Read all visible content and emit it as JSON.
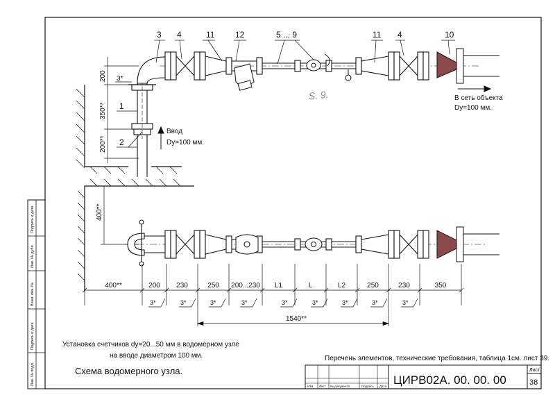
{
  "callouts": {
    "c3": "3",
    "c4a": "4",
    "c11a": "11",
    "c12": "12",
    "c59": "5 ... 9",
    "c11b": "11",
    "c4b": "4",
    "c10": "10",
    "c1": "1",
    "c2": "2"
  },
  "top_dims": {
    "d200a": "200",
    "d3star": "3*",
    "d350": "350**",
    "d200b": "200**"
  },
  "labels": {
    "vvod_1": "Ввод",
    "vvod_2": "Dy=100 мм.",
    "out_1": "В сеть объекта",
    "out_2": "Dy=100 мм.",
    "handwriting": "S. 9."
  },
  "bottom_dims": {
    "v400": "400**",
    "seg": [
      "400**",
      "200",
      "230",
      "250",
      "200...230",
      "L1",
      "L",
      "L2",
      "250",
      "230",
      "350"
    ],
    "gaps": [
      "3*",
      "3*",
      "3*",
      "3*",
      "3*",
      "3*",
      "3*",
      "3*",
      "3*"
    ],
    "total": "1540**"
  },
  "notes": {
    "install_1": "Установка счетчиков dy=20...50 мм в водомерном узле",
    "install_2": "на вводе диаметром 100 мм.",
    "title": "Схема водомерного узла.",
    "list": "Перечень элементов, технические требования, таблица 1см. лист 39."
  },
  "stamp": {
    "cols": [
      "Изм",
      "Лист",
      "№ документа",
      "Подпись",
      "Дата"
    ],
    "code": "ЦИРВ02А. 00. 00. 00",
    "sheet_label": "Лист",
    "sheet_no": "38"
  },
  "side_stamp": [
    "Подпись и дата",
    "Инв. № дубл.",
    "Взам. инв. №",
    "Подпись и дата",
    "Инв. № подл."
  ]
}
